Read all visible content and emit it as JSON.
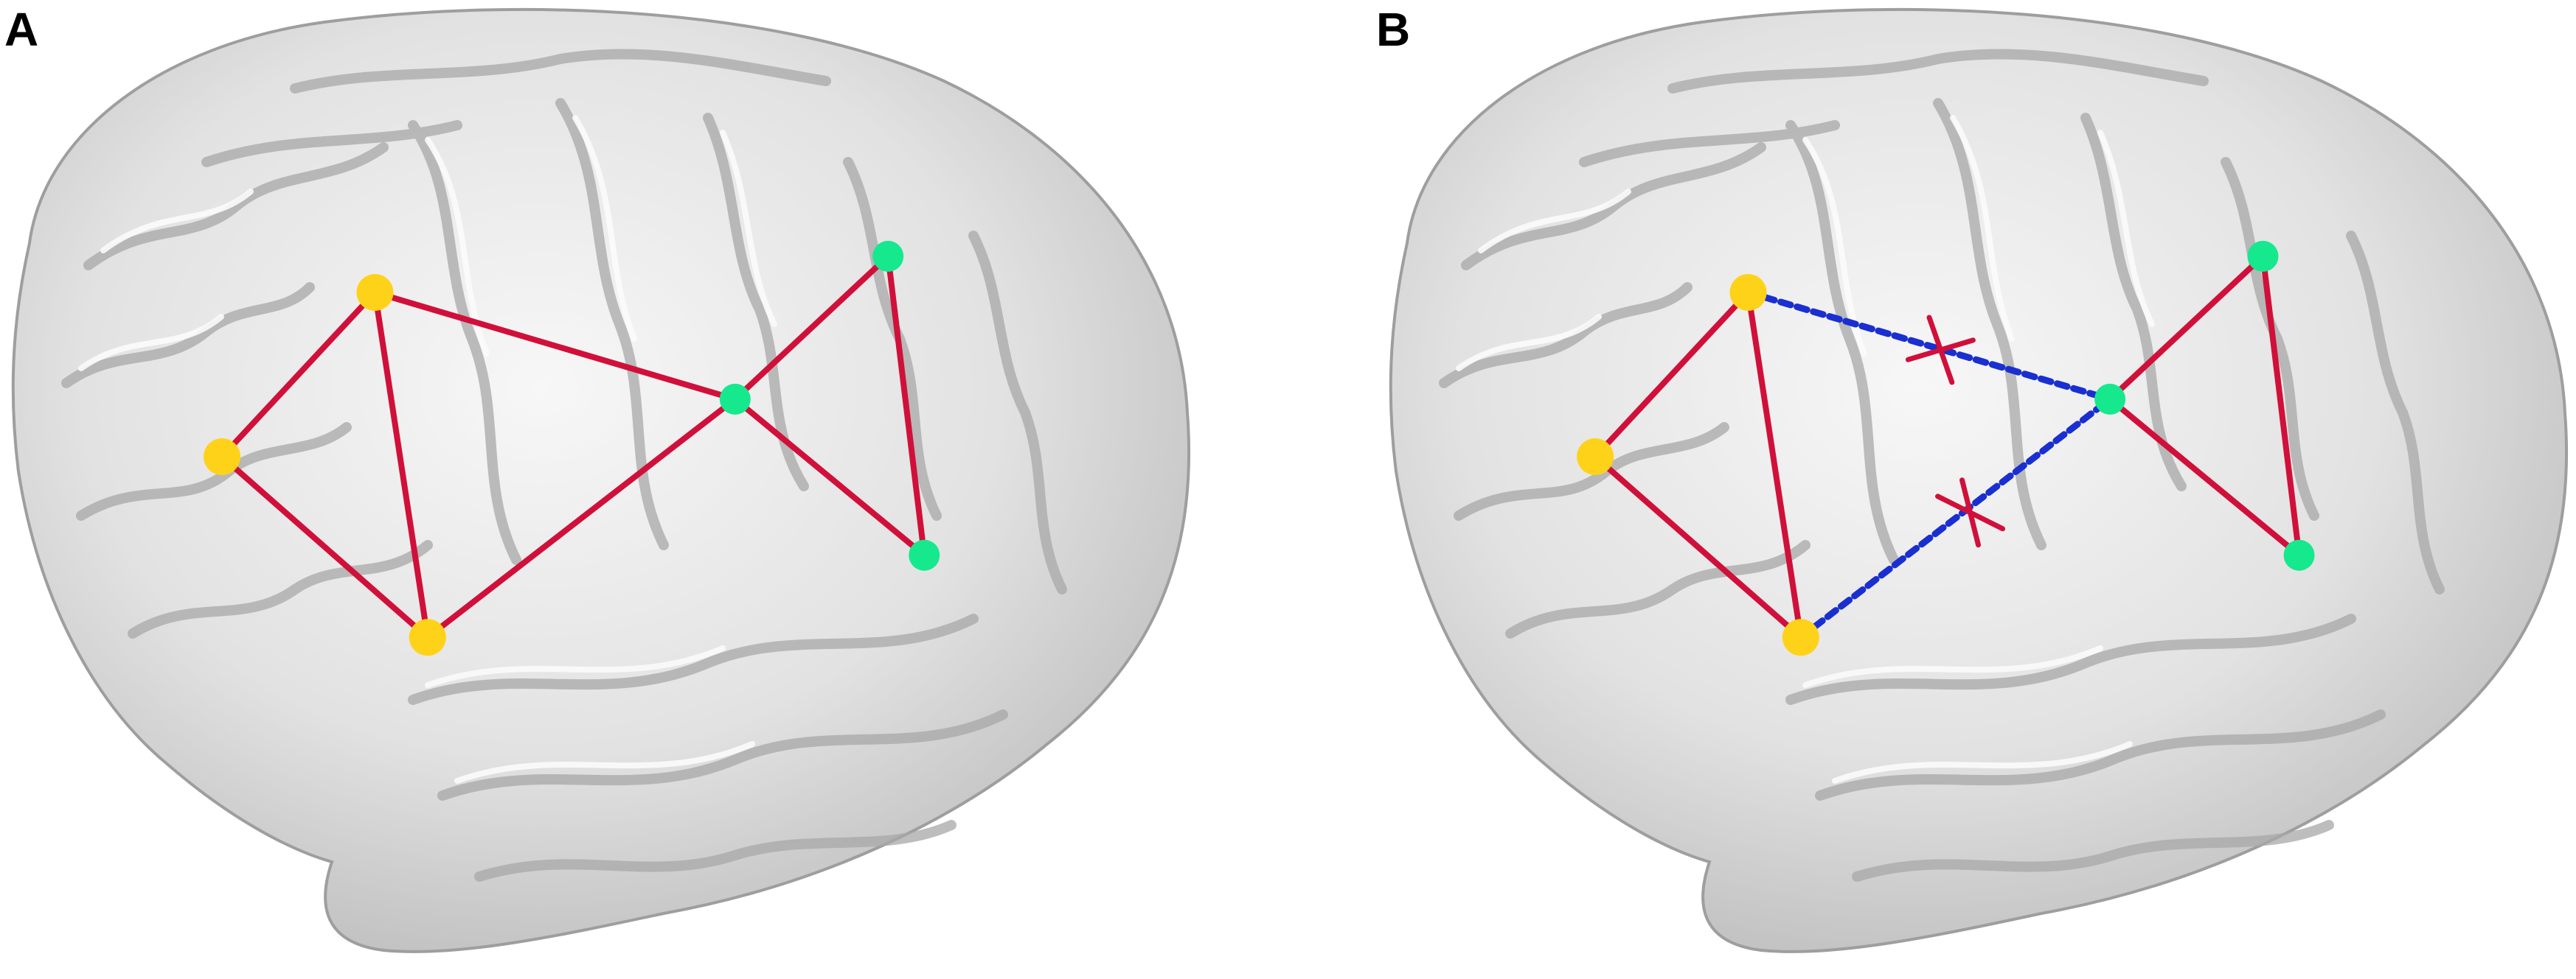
{
  "panels": [
    {
      "label": "A",
      "nodes": [
        {
          "group": "yellow"
        },
        {
          "group": "yellow"
        },
        {
          "group": "yellow"
        },
        {
          "group": "green"
        },
        {
          "group": "green"
        },
        {
          "group": "green"
        }
      ],
      "edges": [
        {
          "from": 0,
          "to": 1,
          "style": "intact"
        },
        {
          "from": 1,
          "to": 2,
          "style": "intact"
        },
        {
          "from": 0,
          "to": 2,
          "style": "intact"
        },
        {
          "from": 0,
          "to": 3,
          "style": "intact"
        },
        {
          "from": 2,
          "to": 3,
          "style": "intact"
        },
        {
          "from": 3,
          "to": 4,
          "style": "intact"
        },
        {
          "from": 4,
          "to": 5,
          "style": "intact"
        },
        {
          "from": 3,
          "to": 5,
          "style": "intact"
        }
      ]
    },
    {
      "label": "B",
      "nodes": [
        {
          "group": "yellow"
        },
        {
          "group": "yellow"
        },
        {
          "group": "yellow"
        },
        {
          "group": "green"
        },
        {
          "group": "green"
        },
        {
          "group": "green"
        }
      ],
      "edges": [
        {
          "from": 0,
          "to": 1,
          "style": "intact"
        },
        {
          "from": 1,
          "to": 2,
          "style": "intact"
        },
        {
          "from": 0,
          "to": 2,
          "style": "intact"
        },
        {
          "from": 0,
          "to": 3,
          "style": "disrupted"
        },
        {
          "from": 2,
          "to": 3,
          "style": "disrupted"
        },
        {
          "from": 3,
          "to": 4,
          "style": "intact"
        },
        {
          "from": 4,
          "to": 5,
          "style": "intact"
        },
        {
          "from": 3,
          "to": 5,
          "style": "intact"
        }
      ]
    }
  ],
  "colors": {
    "yellow_node": "#FFD21A",
    "green_node": "#16E88E",
    "intact_edge": "#D0103A",
    "disrupted_edge": "#1A2FD0",
    "cross_mark": "#D0103A",
    "brain_fill": "#E6E6E6",
    "brain_shadow": "#B9B9B9",
    "brain_highlight": "#F8F8F8"
  }
}
